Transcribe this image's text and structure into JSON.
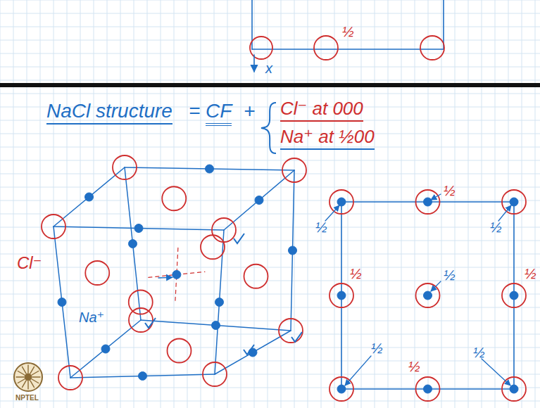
{
  "diagram": {
    "labels": [
      "½",
      "x",
      "NaCl structure",
      "=",
      "CF",
      "+",
      "Cl⁻ at 000",
      "Na⁺ at ½00",
      "Cl⁻",
      "Na⁺",
      "½",
      "½",
      "½",
      "½",
      "½",
      "½",
      "½",
      "½",
      "½",
      "NPTEL"
    ]
  }
}
